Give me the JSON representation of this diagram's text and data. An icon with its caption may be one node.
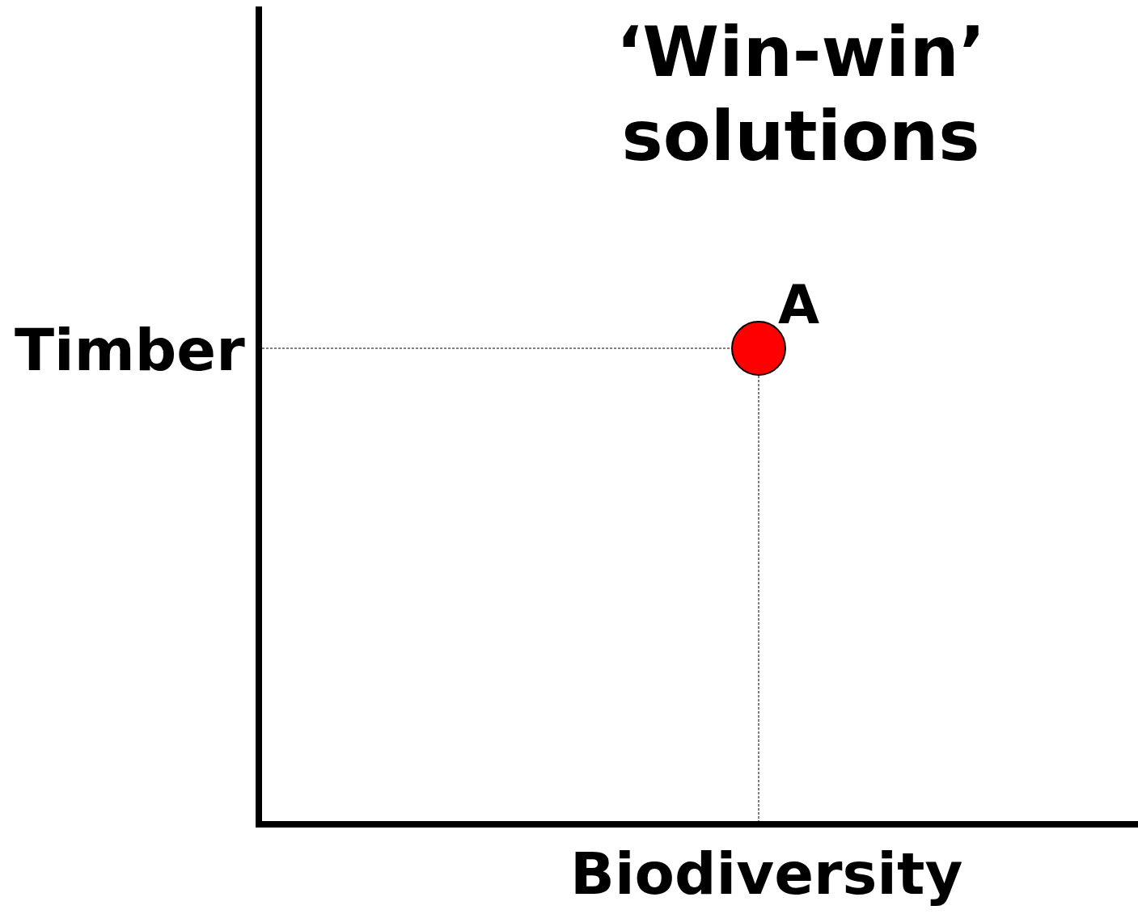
{
  "diagram": {
    "title": "‘Win-win’ solutions",
    "labels": [
      "Timber",
      "A",
      "Biodiversity"
    ]
  }
}
